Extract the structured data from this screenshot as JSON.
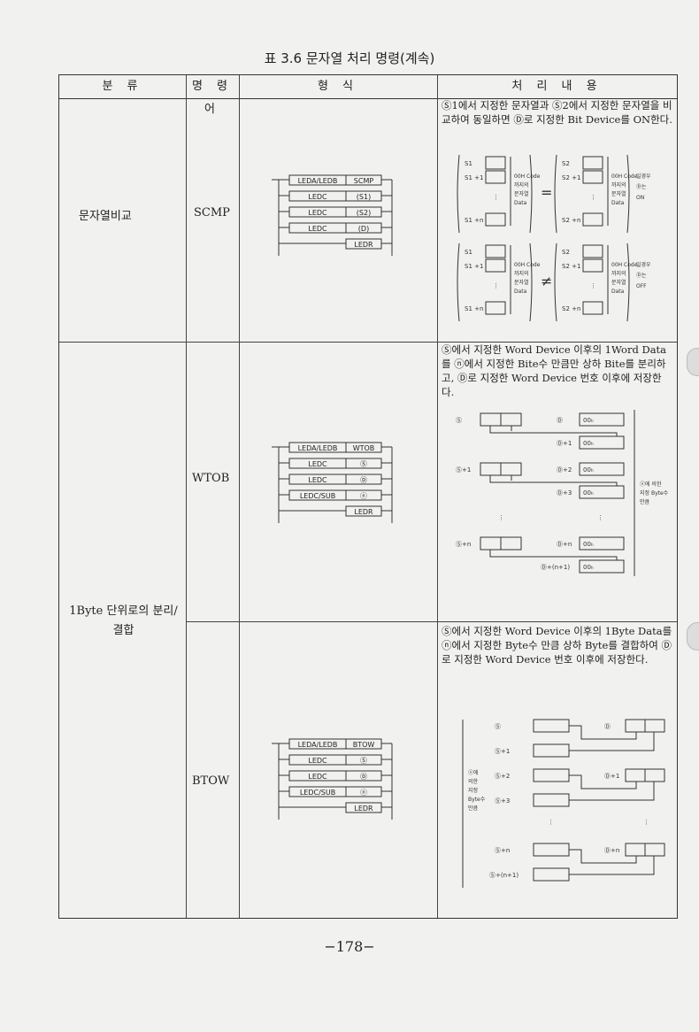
{
  "title": "표 3.6 문자열 처리 명령(계속)",
  "header": {
    "col1": "분 류",
    "col2": "명 령 어",
    "col3": "형 식",
    "col4": "처 리 내 용"
  },
  "rows": [
    {
      "category": "문자열비교",
      "command": "SCMP",
      "ladder": [
        "LEDA/LEDB",
        "SCMP",
        "LEDC",
        "(S1)",
        "LEDC",
        "(S2)",
        "LEDC",
        "(D)",
        "LEDR"
      ],
      "description": "Ⓢ1에서 지정한 문자열과 Ⓢ2에서 지정한 문자열을 비교하여 동일하면 Ⓓ로 지정한 Bit Device를 ON한다.",
      "diagram": {
        "upper_label": "00_H Code 까지의 문자열 Data",
        "upper_op": "=",
        "upper_result": "일경우 Ⓓ는 ON",
        "lower_label": "00_H Code 까지의 문자열 Data",
        "lower_op": "≠",
        "lower_result": "일경우 Ⓓ는 OFF",
        "s1": "S1",
        "s2": "S2",
        "plus1": "+1",
        "plusn": "+n",
        "dots": "⋮"
      }
    },
    {
      "category_group": "1Byte 단위로의 분리/결합",
      "command": "WTOB",
      "ladder": [
        "LEDA/LEDB",
        "WTOB",
        "LEDC",
        "Ⓢ",
        "LEDC",
        "Ⓓ",
        "LEDC/SUB",
        "ⓝ",
        "LEDR"
      ],
      "description": "Ⓢ에서 지정한 Word Device 이후의 1Word Data를 ⓝ에서 지정한 Bite수 만큼만 상하 Bite를 분리하고, Ⓓ로 지정한 Word Device 번호 이후에 저장한다.",
      "diagram": {
        "s_labels": [
          "Ⓢ",
          "Ⓢ+1",
          "Ⓢ+n"
        ],
        "d_labels": [
          "Ⓓ",
          "Ⓓ+1",
          "Ⓓ+2",
          "Ⓓ+3",
          "Ⓓ+n",
          "Ⓓ+(n+1)"
        ],
        "cell": "00ₕ",
        "side_note": "ⓝ에 의한 지정 Byte수 만큼"
      }
    },
    {
      "command": "BTOW",
      "ladder": [
        "LEDA/LEDB",
        "BTOW",
        "LEDC",
        "Ⓢ",
        "LEDC",
        "Ⓓ",
        "LEDC/SUB",
        "ⓝ",
        "LEDR"
      ],
      "description": "Ⓢ에서 지정한 Word Device 이후의 1Byte Data를 ⓝ에서 지정한 Byte수 만큼 상하 Byte를 결합하여 Ⓓ로 지정한 Word Device 번호 이후에 저장한다.",
      "diagram": {
        "s_labels": [
          "Ⓢ",
          "Ⓢ+1",
          "Ⓢ+2",
          "Ⓢ+3",
          "Ⓢ+n",
          "Ⓢ+(n+1)"
        ],
        "d_labels": [
          "Ⓓ",
          "Ⓓ+1",
          "Ⓓ+n"
        ],
        "side_note": "ⓝ에 의한 지정 Byte수 만큼"
      }
    }
  ],
  "page_number": "−178−"
}
